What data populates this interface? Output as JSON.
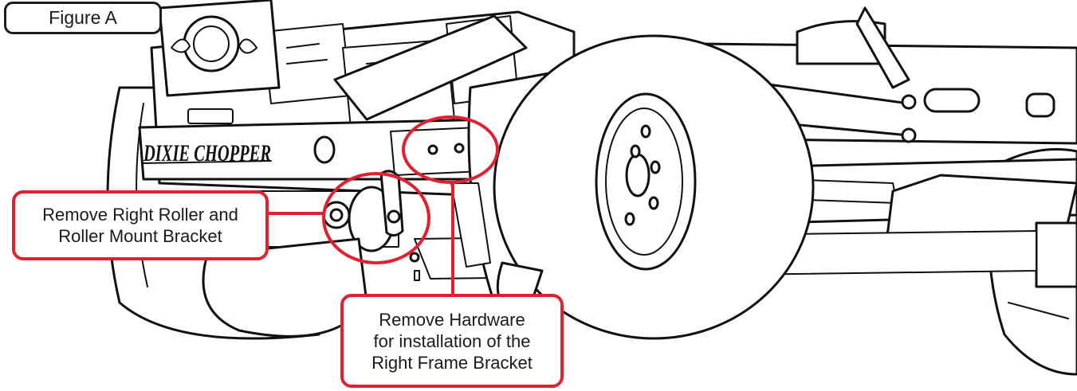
{
  "figure_label": "Figure A",
  "brand_decal": "DIXIE CHOPPER",
  "callouts": {
    "roller": {
      "lines": [
        "Remove Right Roller and",
        "Roller Mount Bracket"
      ]
    },
    "hardware": {
      "lines": [
        "Remove Hardware",
        "for installation of the",
        "Right Frame Bracket"
      ]
    }
  },
  "colors": {
    "callout": "#e2202f",
    "line_art": "#111111",
    "background": "#ffffff"
  }
}
